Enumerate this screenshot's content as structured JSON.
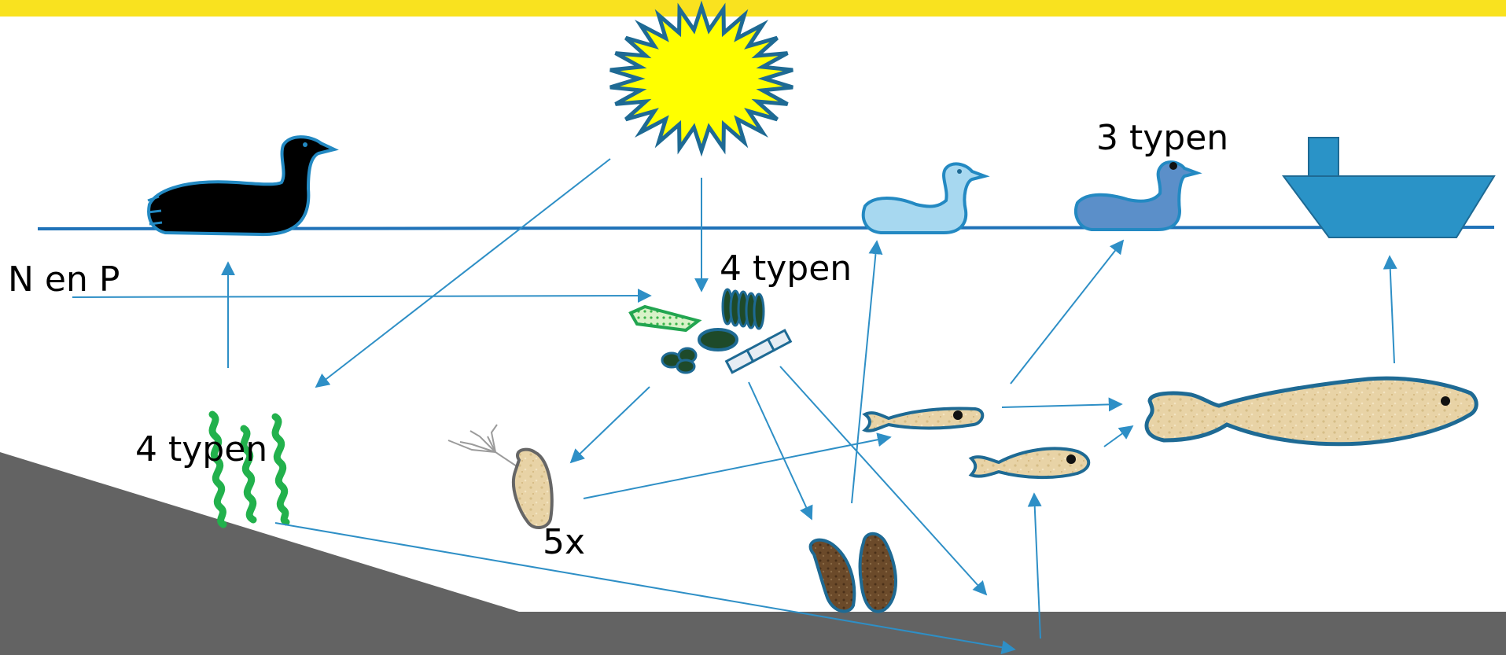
{
  "labels": {
    "nutrients": "N en P",
    "phytoplankton_types": "4 typen",
    "plant_types": "4 typen",
    "zooplankton_count": "5x",
    "bird_types": "3 typen"
  },
  "colors": {
    "banner": "#f9e21f",
    "water_line": "#1f72b8",
    "arrow": "#2e8fc6",
    "bottom": "#636363",
    "sun": "#ffff00",
    "outline": "#1e6a94"
  }
}
